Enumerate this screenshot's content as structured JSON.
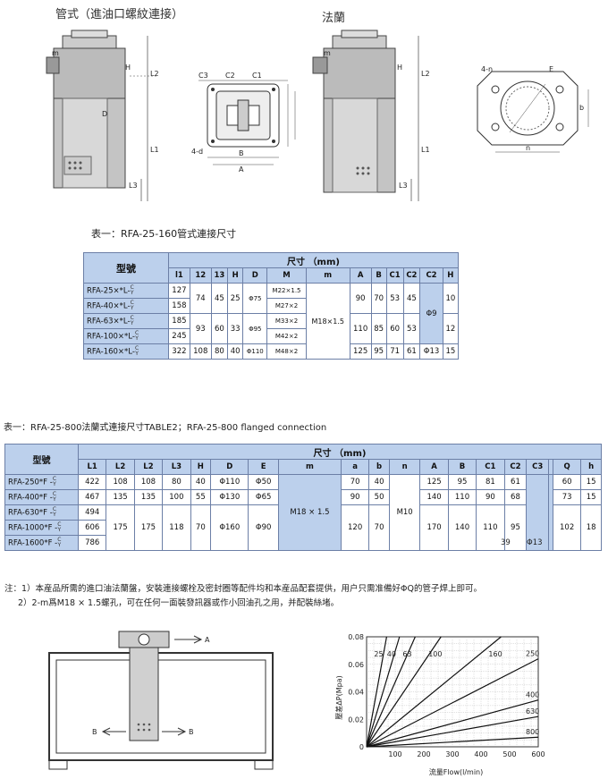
{
  "labels": {
    "pipe": "管式（進油口螺紋連接）",
    "flange": "法蘭"
  },
  "dims": {
    "m": "m",
    "d": "D",
    "h": "H",
    "l1": "L1",
    "l2": "L2",
    "l3": "L3",
    "c1": "C1",
    "c2": "C2",
    "c3": "C3",
    "a": "A",
    "b": "B",
    "fourd": "4-d",
    "fourn": "4-n",
    "e": "E",
    "bsmall": "b",
    "nsmall": "n"
  },
  "table1": {
    "caption": "表一：RFA-25-160管式連接尺寸",
    "model_header": "型號",
    "size_header": "尺寸 （mm)",
    "columns": [
      "l1",
      "12",
      "13",
      "H",
      "D",
      "M",
      "m",
      "A",
      "B",
      "C1",
      "C2",
      "C2",
      "H"
    ],
    "rows": [
      {
        "model": "RFA-25×*L-",
        "l1": "127"
      },
      {
        "model": "RFA-40×*L-",
        "l1": "158"
      },
      {
        "model": "RFA-63×*L-",
        "l1": "185"
      },
      {
        "model": "RFA-100×*L-",
        "l1": "245"
      },
      {
        "model": "RFA-160×*L-",
        "l1": "322"
      }
    ],
    "g1": {
      "l2": "74",
      "l3": "45",
      "h": "25",
      "d": "Φ75",
      "m1": "M22×1.5",
      "m2": "M27×2",
      "a": "90",
      "b": "70",
      "c1": "53",
      "c2": "45",
      "h2": "10"
    },
    "g2": {
      "l2": "93",
      "l3": "60",
      "h": "33",
      "d": "Φ95",
      "m1": "M33×2",
      "m2": "M42×2",
      "a": "110",
      "b": "85",
      "c1": "60",
      "c2": "53",
      "h2": "12"
    },
    "g3": {
      "l2": "108",
      "l3": "80",
      "h": "40",
      "d": "Φ110",
      "m": "M48×2",
      "a": "125",
      "b": "95",
      "c1": "71",
      "c2": "61",
      "c3": "Φ13",
      "h2": "15"
    },
    "m_merged": "M18×1.5",
    "c3_merged": "Φ9",
    "suffix_top": "C",
    "suffix_bot": "Y"
  },
  "table2": {
    "caption": "表一：RFA-25-800法蘭式連接尺寸TABLE2；RFA-25-800 flanged connection",
    "model_header": "型號",
    "size_header": "尺寸 （mm)",
    "columns": [
      "L1",
      "L2",
      "L2",
      "L3",
      "H",
      "D",
      "E",
      "m",
      "a",
      "b",
      "n",
      "A",
      "B",
      "C1",
      "C2",
      "C3",
      "",
      "Q",
      "h"
    ],
    "rows": [
      {
        "model": "RFA-250*F -",
        "l1": "422",
        "l2": "108",
        "l2b": "108",
        "l3": "80",
        "h": "40",
        "d": "Φ110",
        "e": "Φ50",
        "a": "70",
        "b": "40",
        "A": "125",
        "B": "95",
        "c1": "81",
        "c2": "61",
        "q": "60",
        "hh": "15"
      },
      {
        "model": "RFA-400*F -",
        "l1": "467",
        "l2": "135",
        "l2b": "135",
        "l3": "100",
        "h": "55",
        "d": "Φ130",
        "e": "Φ65",
        "a": "90",
        "b": "50",
        "A": "140",
        "B": "110",
        "c1": "90",
        "c2": "68",
        "q": "73",
        "hh": "15"
      },
      {
        "model": "RFA-630*F -",
        "l1": "494"
      },
      {
        "model": "RFA-1000*F -",
        "l1": "606"
      },
      {
        "model": "RFA-1600*F -",
        "l1": "786"
      }
    ],
    "g3": {
      "l2": "175",
      "l2b": "175",
      "l3": "118",
      "h": "70",
      "d": "Φ160",
      "e": "Φ90",
      "a": "120",
      "b": "70",
      "A": "170",
      "B": "140",
      "c1": "110",
      "c2": "95",
      "c3": "39",
      "c3b": "Φ13",
      "q": "102",
      "hh": "18"
    },
    "m_merged": "M18 × 1.5",
    "n_merged": "M10"
  },
  "notes": {
    "n1": "注：1）本産品所需的進口油法蘭盤，安裝連接螺栓及密封圈等配件均和本産品配套提供，用户只需准備好ΦQ的管子焊上即可。",
    "n2": "2）2-m爲M18 × 1.5螺孔，可在任何一面裝發訊器或作小回油孔之用，并配裝絲堵。"
  },
  "install": {
    "a": "A",
    "b_left": "B",
    "b_right": "B"
  },
  "chart_data": {
    "type": "line",
    "xlabel": "流量Flow(l/min)",
    "ylabel": "壓差ΔP(Mpa)",
    "xlim": [
      0,
      600
    ],
    "ylim": [
      0,
      0.08
    ],
    "x_ticks": [
      "100",
      "200",
      "300",
      "400",
      "500",
      "600"
    ],
    "y_ticks": [
      "0",
      "0.02",
      "0.04",
      "0.06",
      "0.08"
    ],
    "grid": true,
    "series": [
      {
        "name": "25",
        "x": [
          0,
          70
        ],
        "y": [
          0,
          0.08
        ]
      },
      {
        "name": "40",
        "x": [
          0,
          115
        ],
        "y": [
          0,
          0.08
        ]
      },
      {
        "name": "63",
        "x": [
          0,
          170
        ],
        "y": [
          0,
          0.08
        ]
      },
      {
        "name": "100",
        "x": [
          0,
          260
        ],
        "y": [
          0,
          0.08
        ]
      },
      {
        "name": "160",
        "x": [
          0,
          470
        ],
        "y": [
          0,
          0.08
        ]
      },
      {
        "name": "250",
        "x": [
          0,
          600
        ],
        "y": [
          0,
          0.064
        ]
      },
      {
        "name": "400",
        "x": [
          0,
          600
        ],
        "y": [
          0,
          0.034
        ]
      },
      {
        "name": "630",
        "x": [
          0,
          600
        ],
        "y": [
          0,
          0.022
        ]
      },
      {
        "name": "800",
        "x": [
          0,
          600
        ],
        "y": [
          0,
          0.007
        ]
      }
    ]
  }
}
